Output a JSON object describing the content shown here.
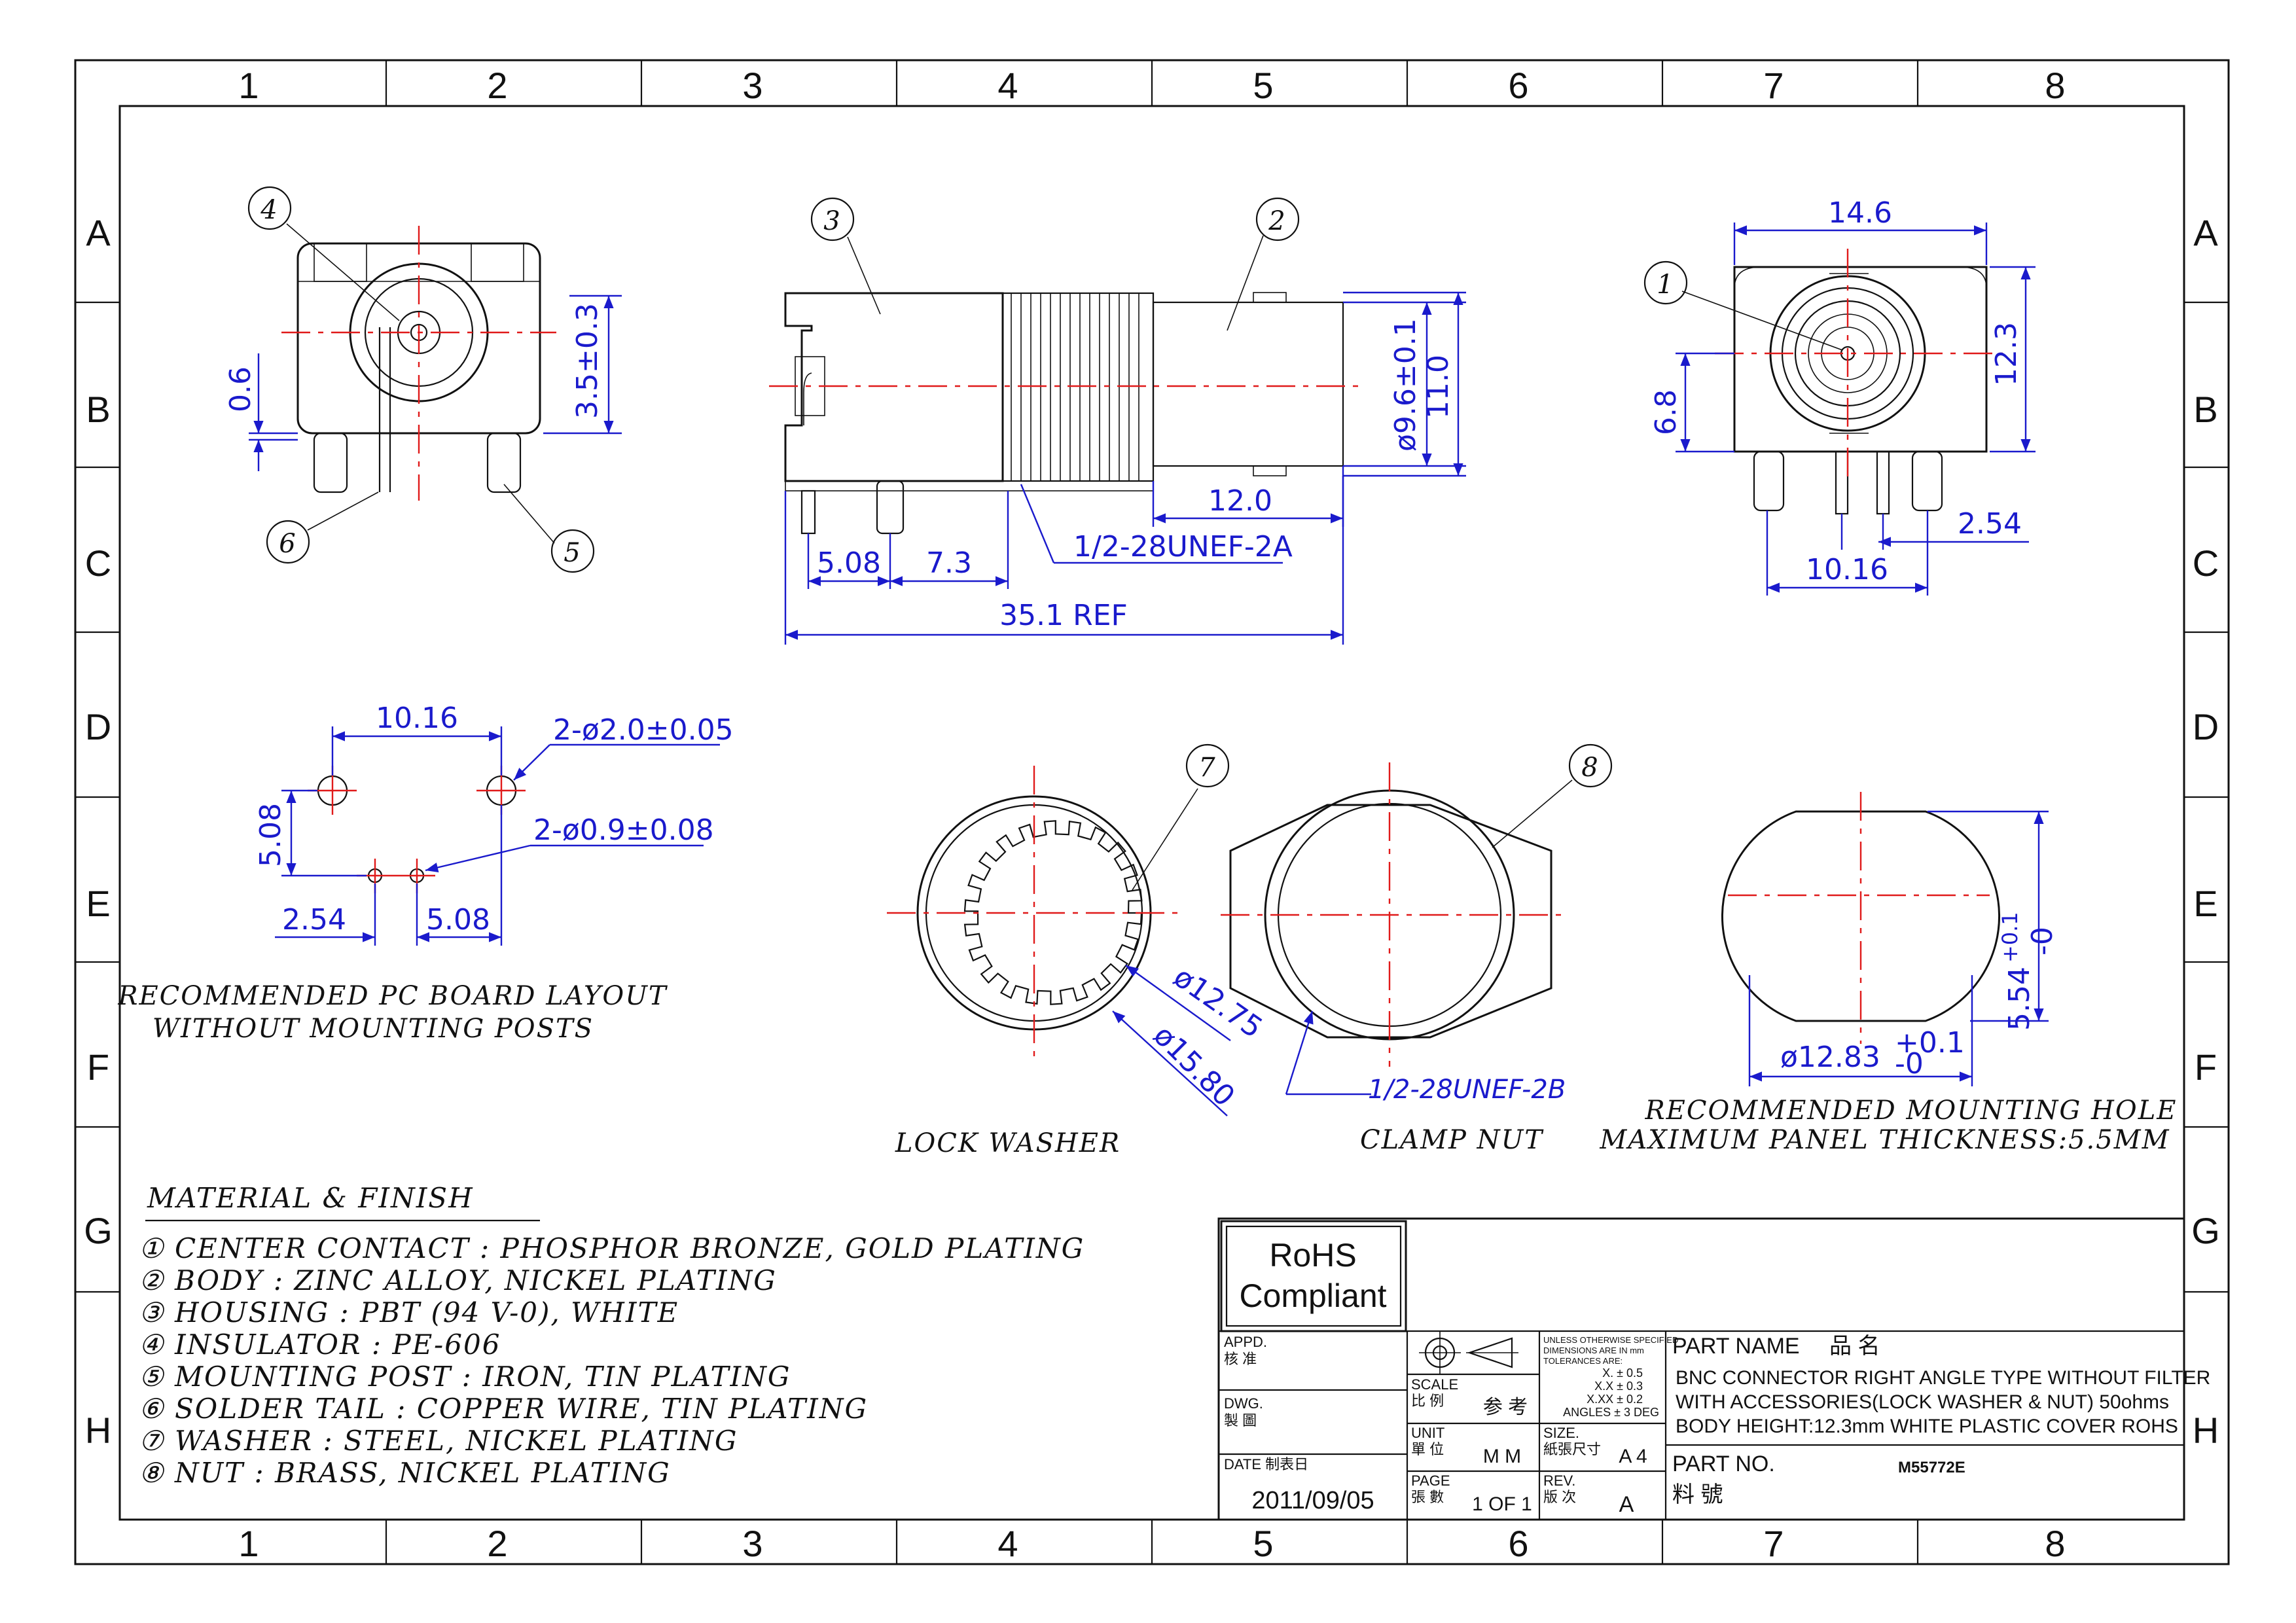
{
  "zones": {
    "columns": [
      "1",
      "2",
      "3",
      "4",
      "5",
      "6",
      "7",
      "8"
    ],
    "rows": [
      "A",
      "B",
      "C",
      "D",
      "E",
      "F",
      "G",
      "H"
    ]
  },
  "balloons": [
    "1",
    "2",
    "3",
    "4",
    "5",
    "6",
    "7",
    "8"
  ],
  "dims": {
    "side_0_6": "0.6",
    "side_3_5": "3.5±0.3",
    "body_dia": "ø9.6±0.1",
    "body_11": "11.0",
    "len_12": "12.0",
    "thread_ext": "1/2-28UNEF-2A",
    "pin_5_08": "5.08",
    "pin_7_3": "7.3",
    "len_ref": "35.1 REF",
    "front_w": "14.6",
    "front_h": "12.3",
    "front_6_8": "6.8",
    "front_2_54": "2.54",
    "front_10_16": "10.16",
    "pcb_10_16": "10.16",
    "pcb_hole_large": "2-ø2.0±0.05",
    "pcb_hole_small": "2-ø0.9±0.08",
    "pcb_5_08_v": "5.08",
    "pcb_2_54": "2.54",
    "pcb_5_08_h": "5.08",
    "washer_inner": "ø12.75",
    "washer_outer": "ø15.80",
    "thread_int": "1/2-28UNEF-2B",
    "hole_h_val": "5.54",
    "hole_h_tol_plus": "+0.1",
    "hole_h_tol_minus": "-0",
    "hole_dia_val": "ø12.83",
    "hole_dia_tol_plus": "+0.1",
    "hole_dia_tol_minus": "-0"
  },
  "captions": {
    "pcb_line1": "RECOMMENDED PC BOARD LAYOUT",
    "pcb_line2": "WITHOUT MOUNTING POSTS",
    "lock_washer": "LOCK WASHER",
    "clamp_nut": "CLAMP NUT",
    "mount_line1": "RECOMMENDED MOUNTING HOLE",
    "mount_line2": "MAXIMUM PANEL THICKNESS:5.5MM"
  },
  "materials": {
    "title": "MATERIAL & FINISH",
    "items": [
      "① CENTER CONTACT : PHOSPHOR BRONZE, GOLD PLATING",
      "② BODY : ZINC ALLOY, NICKEL PLATING",
      "③ HOUSING : PBT (94 V-0), WHITE",
      "④ INSULATOR : PE-606",
      "⑤ MOUNTING POST : IRON, TIN PLATING",
      "⑥ SOLDER TAIL : COPPER WIRE, TIN PLATING",
      "⑦ WASHER : STEEL, NICKEL PLATING",
      "⑧ NUT : BRASS, NICKEL PLATING"
    ]
  },
  "title_block": {
    "rohs_line1": "RoHS",
    "rohs_line2": "Compliant",
    "appd_label": "APPD.",
    "appd_cn": "核 准",
    "dwg_label": "DWG.",
    "dwg_cn": "製 圖",
    "date_label": "DATE 制表日",
    "date_value": "2011/09/05",
    "scale_label": "SCALE",
    "scale_cn": "比 例",
    "scale_value": "参 考",
    "unit_label": "UNIT",
    "unit_cn": "單 位",
    "unit_value": "M M",
    "page_label": "PAGE",
    "page_cn": "張 數",
    "page_value": "1 OF 1",
    "tol_line1": "UNLESS OTHERWISE SPECIFIED",
    "tol_line2": "DIMENSIONS ARE IN mm",
    "tol_line3": "TOLERANCES ARE:",
    "tol_x": "X. ± 0.5",
    "tol_xx": "X.X ± 0.3",
    "tol_xxx": "X.XX ± 0.2",
    "tol_ang": "ANGLES ± 3 DEG",
    "size_label": "SIZE.",
    "size_cn": "紙張尺寸",
    "size_value": "A 4",
    "rev_label": "REV.",
    "rev_cn": "版 次",
    "rev_value": "A",
    "part_name_label": "PART NAME",
    "part_name_cn": "品 名",
    "desc_line1": "BNC CONNECTOR RIGHT ANGLE TYPE WITHOUT FILTER",
    "desc_line2": "WITH ACCESSORIES(LOCK WASHER & NUT) 50ohms",
    "desc_line3": "BODY HEIGHT:12.3mm WHITE PLASTIC COVER ROHS",
    "part_no_label": "PART NO.",
    "part_no_cn": "料 號",
    "part_no_value": "M55772E"
  },
  "colors": {
    "outline": "#111111",
    "centerline": "#e01a1a",
    "dimension": "#1a1acc"
  }
}
